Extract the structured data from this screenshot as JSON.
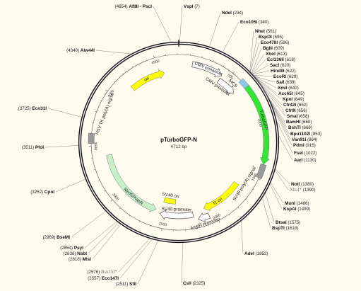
{
  "plasmid": {
    "name": "pTurboGFP-N",
    "length_label": "4712 bp",
    "total_bp": 4712
  },
  "ticks": [
    "500",
    "1000",
    "1500",
    "2000",
    "2500",
    "3000",
    "3500",
    "4000",
    "4500"
  ],
  "features": [
    {
      "id": "ori",
      "label": "ori",
      "color": "#ffff00",
      "kind": "arrow"
    },
    {
      "id": "cmv-enhancer",
      "label": "CMV enhancer",
      "color": "#ffffff",
      "kind": "arrow"
    },
    {
      "id": "cmv-promoter",
      "label": "CMV promoter",
      "color": "#ffffff",
      "kind": "arrow"
    },
    {
      "id": "mcs",
      "label": "MCS",
      "color": "#8ec8e8",
      "kind": "box"
    },
    {
      "id": "turbogfp",
      "label": "TurboGFP",
      "color": "#33e633",
      "kind": "arrow"
    },
    {
      "id": "sv40-polya",
      "label": "SV40 poly(A) signal",
      "color": "#999999",
      "kind": "box"
    },
    {
      "id": "f1-ori",
      "label": "f1 ori",
      "color": "#ffff00",
      "kind": "arrow"
    },
    {
      "id": "ampr-promoter",
      "label": "AmpR promoter",
      "color": "#ffffff",
      "kind": "arrow"
    },
    {
      "id": "sv40-promoter",
      "label": "SV40 promoter",
      "color": "#ffffff",
      "kind": "arrow"
    },
    {
      "id": "sv40-ori",
      "label": "SV40 ori",
      "color": "#ffff00",
      "kind": "box"
    },
    {
      "id": "neor-kanr",
      "label": "NeoR/KanR",
      "color": "#c8f0c8",
      "kind": "arrow"
    },
    {
      "id": "hsv-tk-polya",
      "label": "HSV TK poly(A) signal",
      "color": "#999999",
      "kind": "box"
    }
  ],
  "sites": [
    {
      "name": "AflIII - PscI",
      "pos": "(4654)"
    },
    {
      "name": "VspI",
      "pos": "(7)"
    },
    {
      "name": "NdeI",
      "pos": "(234)"
    },
    {
      "name": "Eco105I",
      "pos": "(340)"
    },
    {
      "name": "NheI",
      "pos": "(591)"
    },
    {
      "name": "BspOI",
      "pos": "(595)"
    },
    {
      "name": "Eco47III",
      "pos": "(596)"
    },
    {
      "name": "BglII",
      "pos": "(609)"
    },
    {
      "name": "XhoI",
      "pos": "(613)"
    },
    {
      "name": "Ecl136II",
      "pos": "(618)"
    },
    {
      "name": "SacI",
      "pos": "(620)"
    },
    {
      "name": "HindIII",
      "pos": "(622)"
    },
    {
      "name": "EcoRI",
      "pos": "(629)"
    },
    {
      "name": "SalI",
      "pos": "(639)"
    },
    {
      "name": "XmiI",
      "pos": "(640)"
    },
    {
      "name": "Acc65I",
      "pos": "(645)"
    },
    {
      "name": "KpnI",
      "pos": "(649)"
    },
    {
      "name": "Cfr42I",
      "pos": "(652)"
    },
    {
      "name": "Cfr9I",
      "pos": "(656)"
    },
    {
      "name": "SmaI",
      "pos": "(658)"
    },
    {
      "name": "BamHI",
      "pos": "(660)"
    },
    {
      "name": "BshTI",
      "pos": "(666)"
    },
    {
      "name": "Bpu1102I",
      "pos": "(853)"
    },
    {
      "name": "Van91I",
      "pos": "(864)"
    },
    {
      "name": "PdmI",
      "pos": "(916)"
    },
    {
      "name": "FseI",
      "pos": "(1022)"
    },
    {
      "name": "AarI",
      "pos": "(1130)"
    },
    {
      "name": "NotI",
      "pos": "(1380)"
    },
    {
      "name": "XbaI*",
      "pos": "(1390)",
      "dim": true
    },
    {
      "name": "MunI",
      "pos": "(1486)"
    },
    {
      "name": "KspAI",
      "pos": "(1499)"
    },
    {
      "name": "BtsaI",
      "pos": "(1575)"
    },
    {
      "name": "BspTI",
      "pos": "(1618)"
    },
    {
      "name": "AdeI",
      "pos": "(1852)"
    },
    {
      "name": "CsII",
      "pos": "(2325)"
    },
    {
      "name": "SfiI",
      "pos": "(2511)"
    },
    {
      "name": "Eco147I",
      "pos": "(2557)"
    },
    {
      "name": "Bsu15I*",
      "pos": "(2576)",
      "dim": true
    },
    {
      "name": "MlsI",
      "pos": "(2818)"
    },
    {
      "name": "NsbI",
      "pos": "(2838)"
    },
    {
      "name": "PsyI",
      "pos": "(2854)"
    },
    {
      "name": "BseMI",
      "pos": "(2969)"
    },
    {
      "name": "CpoI",
      "pos": "(3252)"
    },
    {
      "name": "PfoI",
      "pos": "(3511)"
    },
    {
      "name": "Eco31I",
      "pos": "(3725)"
    },
    {
      "name": "Alw44I",
      "pos": "(4340)"
    }
  ],
  "colors": {
    "backbone": "#111111",
    "leader": "#777777"
  }
}
